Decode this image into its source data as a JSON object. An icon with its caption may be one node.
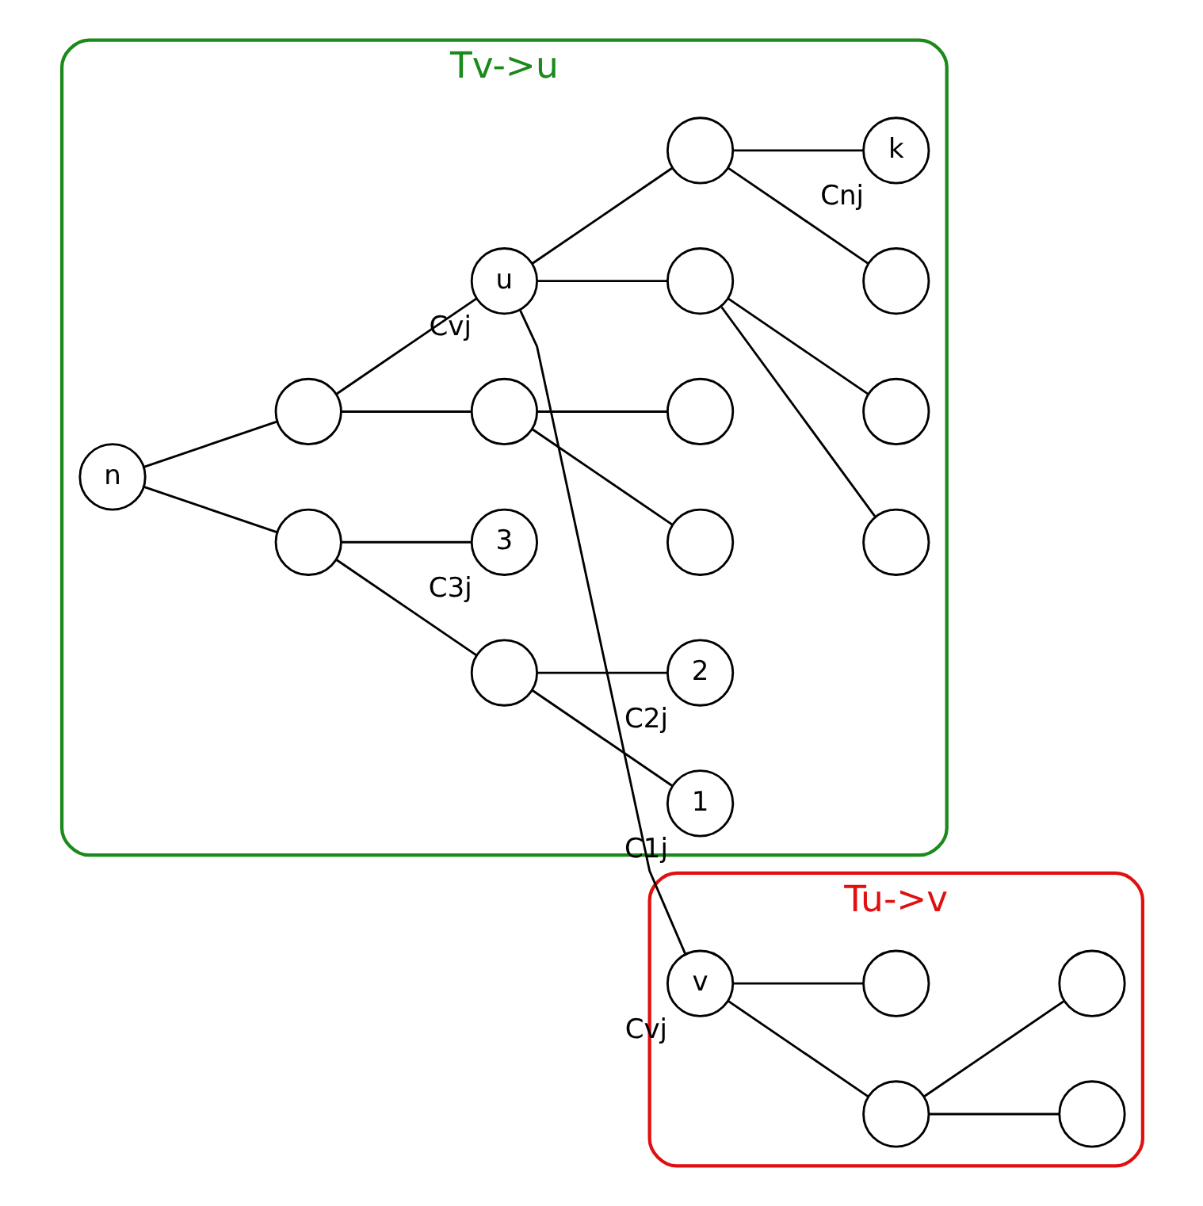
{
  "diagram": {
    "nodes": [
      {
        "text": [
          "Tv->u"
        ]
      },
      {
        "text": [
          "Tu->v"
        ]
      },
      {
        "text": [
          "n"
        ],
        "in": 0
      },
      {
        "text": [],
        "shape": "circle",
        "in": 0
      },
      {
        "text": [],
        "shape": "circle",
        "in": 0
      },
      {
        "text": [
          "1"
        ],
        "beside": [
          "C1j"
        ],
        "in": 0
      },
      {
        "text": [
          "2"
        ],
        "beside": [
          "C2j"
        ],
        "in": 0
      },
      {
        "text": [
          "3"
        ],
        "beside": [
          "C3j"
        ],
        "in": 0
      },
      {
        "text": [],
        "shape": "circle",
        "in": 0
      },
      {
        "text": [],
        "shape": "circle",
        "in": 0
      },
      {
        "text": [],
        "shape": "circle",
        "in": 0
      },
      {
        "text": [],
        "shape": "circle",
        "in": 0
      },
      {
        "text": [
          "u"
        ],
        "beside": [
          "Cvj"
        ],
        "in": 0
      },
      {
        "text": [
          "v"
        ],
        "beside": [
          "Cvj"
        ],
        "in": 1
      },
      {
        "text": [],
        "shape": "circle",
        "in": 1
      },
      {
        "text": [],
        "shape": "circle",
        "in": 1
      },
      {
        "text": [],
        "shape": "circle",
        "in": 1
      },
      {
        "text": [],
        "shape": "circle",
        "in": 1
      },
      {
        "text": [],
        "shape": "circle",
        "in": 0
      },
      {
        "text": [],
        "shape": "circle",
        "in": 0
      },
      {
        "text": [],
        "shape": "circle",
        "in": 0
      },
      {
        "text": [],
        "shape": "circle",
        "in": 0
      },
      {
        "text": [],
        "shape": "circle",
        "in": 0
      },
      {
        "text": [
          "k"
        ],
        "beside": [
          "Cnj"
        ],
        "in": 0
      }
    ],
    "edges": [
      {
        "from": 2,
        "to": 3,
        "arrow": "none"
      },
      {
        "from": 3,
        "to": 4,
        "arrow": "none"
      },
      {
        "from": 4,
        "to": 5,
        "arrow": "none"
      },
      {
        "from": 4,
        "to": 6,
        "arrow": "none"
      },
      {
        "from": 3,
        "to": 7,
        "arrow": "none"
      },
      {
        "from": 2,
        "to": 8,
        "arrow": "none"
      },
      {
        "from": 8,
        "to": 9,
        "arrow": "none"
      },
      {
        "from": 9,
        "to": 10,
        "arrow": "none"
      },
      {
        "from": 9,
        "to": 11,
        "arrow": "none"
      },
      {
        "from": 8,
        "to": 12,
        "arrow": "none"
      },
      {
        "from": 12,
        "to": 13,
        "arrow": "none"
      },
      {
        "from": 13,
        "to": 14,
        "arrow": "none"
      },
      {
        "from": 14,
        "to": 15,
        "arrow": "none"
      },
      {
        "from": 14,
        "to": 16,
        "arrow": "none"
      },
      {
        "from": 13,
        "to": 17,
        "arrow": "none"
      },
      {
        "from": 12,
        "to": 18,
        "arrow": "none"
      },
      {
        "from": 18,
        "to": 19,
        "arrow": "none"
      },
      {
        "from": 18,
        "to": 20,
        "arrow": "none"
      },
      {
        "from": 12,
        "to": 21,
        "arrow": "none"
      },
      {
        "from": 21,
        "to": 22,
        "arrow": "none"
      },
      {
        "from": 21,
        "to": 23,
        "arrow": "none"
      }
    ]
  }
}
